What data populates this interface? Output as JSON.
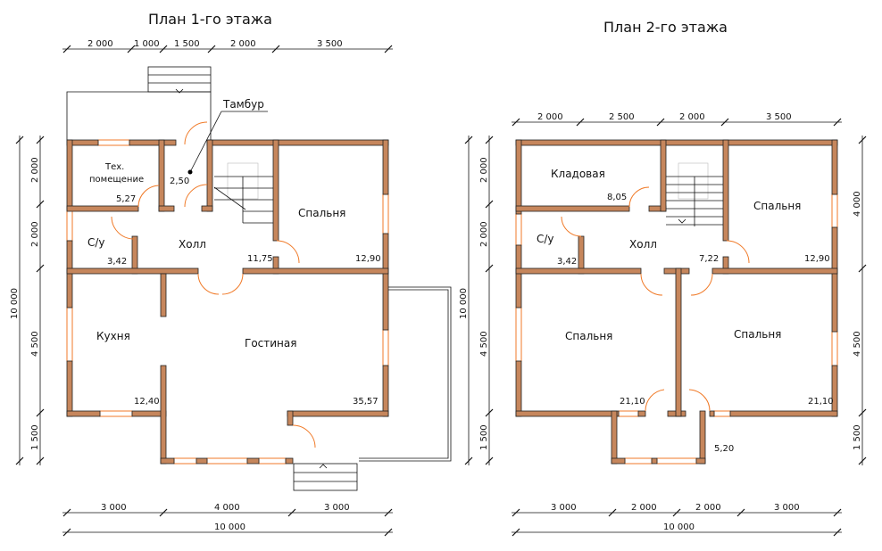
{
  "plan1": {
    "title": "План 1-го этажа",
    "dims_top": [
      "2 000",
      "1 000",
      "1 500",
      "2 000",
      "3 500"
    ],
    "dims_bottom": [
      "3 000",
      "4 000",
      "3 000"
    ],
    "dim_total": "10 000",
    "dims_left": [
      "2 000",
      "2 000",
      "4 500",
      "1 500"
    ],
    "dim_left_total": "10 000",
    "callout": "Тамбур",
    "rooms": [
      {
        "name": "Тех.",
        "name2": "помещение",
        "area": "5,27"
      },
      {
        "name": "",
        "area": "2,50"
      },
      {
        "name": "Спальня",
        "area": "12,90"
      },
      {
        "name": "С/у",
        "area": "3,42"
      },
      {
        "name": "Холл",
        "area": "11,75"
      },
      {
        "name": "Кухня",
        "area": "12,40"
      },
      {
        "name": "Гостиная",
        "area": "35,57"
      }
    ]
  },
  "plan2": {
    "title": "План 2-го этажа",
    "dims_top": [
      "2 000",
      "2 500",
      "2 000",
      "3 500"
    ],
    "dims_bottom": [
      "3 000",
      "2 000",
      "2 000",
      "3 000"
    ],
    "dim_total": "10 000",
    "dims_left": [
      "2 000",
      "2 000",
      "4 500",
      "1 500"
    ],
    "dim_left_total": "10 000",
    "dims_right": [
      "4 000",
      "4 500",
      "1 500"
    ],
    "rooms": [
      {
        "name": "Кладовая",
        "area": "8,05"
      },
      {
        "name": "Спальня",
        "area": "12,90"
      },
      {
        "name": "С/у",
        "area": "3,42"
      },
      {
        "name": "Холл",
        "area": "7,22"
      },
      {
        "name": "Спальня",
        "area": "21,10"
      },
      {
        "name": "Спальня",
        "area": "21,10"
      },
      {
        "name": "",
        "area": "5,20"
      }
    ]
  }
}
